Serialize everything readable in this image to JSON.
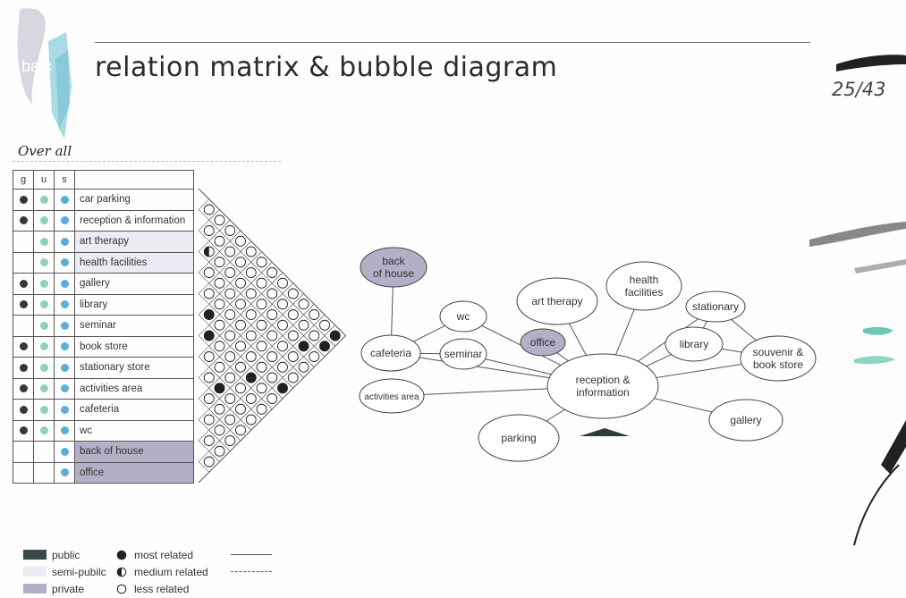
{
  "header": {
    "title": "relation matrix & bubble diagram",
    "page": "25/43",
    "logo_text": "batc"
  },
  "section": {
    "label": "Over all"
  },
  "matrix": {
    "columns": [
      "g",
      "u",
      "s"
    ],
    "rows": [
      {
        "name": "car parking",
        "g": true,
        "u": true,
        "s": true,
        "zone": "public"
      },
      {
        "name": "reception & information",
        "g": true,
        "u": true,
        "s": true,
        "zone": "public"
      },
      {
        "name": "art therapy",
        "g": false,
        "u": true,
        "s": true,
        "zone": "semi-public"
      },
      {
        "name": "health facilities",
        "g": false,
        "u": true,
        "s": true,
        "zone": "semi-public"
      },
      {
        "name": "gallery",
        "g": true,
        "u": true,
        "s": true,
        "zone": "public"
      },
      {
        "name": "library",
        "g": true,
        "u": true,
        "s": true,
        "zone": "public"
      },
      {
        "name": "seminar",
        "g": false,
        "u": true,
        "s": true,
        "zone": "public"
      },
      {
        "name": "book store",
        "g": true,
        "u": true,
        "s": true,
        "zone": "public"
      },
      {
        "name": "stationary store",
        "g": true,
        "u": true,
        "s": true,
        "zone": "public"
      },
      {
        "name": "activities area",
        "g": true,
        "u": true,
        "s": true,
        "zone": "public"
      },
      {
        "name": "cafeteria",
        "g": true,
        "u": true,
        "s": true,
        "zone": "public"
      },
      {
        "name": "wc",
        "g": true,
        "u": true,
        "s": true,
        "zone": "public"
      },
      {
        "name": "back of house",
        "g": false,
        "u": false,
        "s": true,
        "zone": "private"
      },
      {
        "name": "office",
        "g": false,
        "u": false,
        "s": true,
        "zone": "private"
      }
    ],
    "relations": [
      [
        2,
        2,
        2,
        2,
        2,
        2,
        2,
        2,
        2,
        2,
        2,
        2,
        0
      ],
      [
        2,
        2,
        2,
        2,
        2,
        2,
        2,
        2,
        2,
        2,
        2,
        0
      ],
      [
        1,
        2,
        2,
        2,
        2,
        2,
        2,
        2,
        2,
        0,
        2
      ],
      [
        2,
        2,
        2,
        2,
        2,
        2,
        2,
        2,
        2,
        2
      ],
      [
        2,
        2,
        2,
        2,
        2,
        2,
        2,
        2,
        2
      ],
      [
        0,
        2,
        2,
        2,
        2,
        2,
        2,
        0
      ],
      [
        0,
        2,
        2,
        2,
        0,
        2,
        2
      ],
      [
        2,
        2,
        2,
        2,
        2,
        2
      ],
      [
        2,
        0,
        2,
        2,
        2
      ],
      [
        2,
        2,
        2,
        2
      ],
      [
        2,
        2,
        2
      ],
      [
        2,
        2
      ],
      [
        2
      ]
    ],
    "relations_note": "0 = most related (filled), 1 = medium related (half), 2 = less related (open); relations[i][k] links row i to row i+k+1"
  },
  "bubbles": {
    "nodes": [
      {
        "id": "back_of_house",
        "lines": [
          "back",
          "of house"
        ],
        "fill": "#b4afc6"
      },
      {
        "id": "cafeteria",
        "lines": [
          "cafeteria"
        ],
        "fill": "#ffffff"
      },
      {
        "id": "activities",
        "lines": [
          "activities area"
        ],
        "fill": "#ffffff"
      },
      {
        "id": "wc",
        "lines": [
          "wc"
        ],
        "fill": "#ffffff"
      },
      {
        "id": "seminar",
        "lines": [
          "seminar"
        ],
        "fill": "#ffffff"
      },
      {
        "id": "art_therapy",
        "lines": [
          "art therapy"
        ],
        "fill": "#ffffff"
      },
      {
        "id": "health",
        "lines": [
          "health",
          "facilities"
        ],
        "fill": "#ffffff"
      },
      {
        "id": "office",
        "lines": [
          "office"
        ],
        "fill": "#b4afc6"
      },
      {
        "id": "stationary",
        "lines": [
          "stationary"
        ],
        "fill": "#ffffff"
      },
      {
        "id": "library",
        "lines": [
          "library"
        ],
        "fill": "#ffffff"
      },
      {
        "id": "souvenir",
        "lines": [
          "souvenir &",
          "book store"
        ],
        "fill": "#ffffff"
      },
      {
        "id": "reception",
        "lines": [
          "reception &",
          "information"
        ],
        "fill": "#ffffff"
      },
      {
        "id": "gallery",
        "lines": [
          "gallery"
        ],
        "fill": "#ffffff"
      },
      {
        "id": "parking",
        "lines": [
          "parking"
        ],
        "fill": "#ffffff"
      }
    ],
    "links": [
      [
        "back_of_house",
        "cafeteria"
      ],
      [
        "cafeteria",
        "wc"
      ],
      [
        "cafeteria",
        "seminar"
      ],
      [
        "cafeteria",
        "reception"
      ],
      [
        "activities",
        "reception"
      ],
      [
        "wc",
        "reception"
      ],
      [
        "seminar",
        "reception"
      ],
      [
        "art_therapy",
        "reception"
      ],
      [
        "health",
        "reception"
      ],
      [
        "office",
        "reception"
      ],
      [
        "stationary",
        "reception"
      ],
      [
        "library",
        "reception"
      ],
      [
        "souvenir",
        "reception"
      ],
      [
        "gallery",
        "reception"
      ],
      [
        "parking",
        "reception"
      ],
      [
        "stationary",
        "library"
      ],
      [
        "stationary",
        "souvenir"
      ],
      [
        "library",
        "souvenir"
      ]
    ]
  },
  "legend": {
    "zones": [
      {
        "label": "public",
        "color": "#3a4a4a"
      },
      {
        "label": "semi-pubilc",
        "color": "#eceaf3"
      },
      {
        "label": "private",
        "color": "#b4afc6"
      }
    ],
    "relations": [
      {
        "label": "most related",
        "line": "solid"
      },
      {
        "label": "medium related",
        "line": "dashed"
      },
      {
        "label": "less related",
        "line": "none"
      }
    ]
  },
  "colors": {
    "accent_teal": "#8fcfc0",
    "blue": "#5aaed8",
    "dark": "#2f3a3a"
  }
}
